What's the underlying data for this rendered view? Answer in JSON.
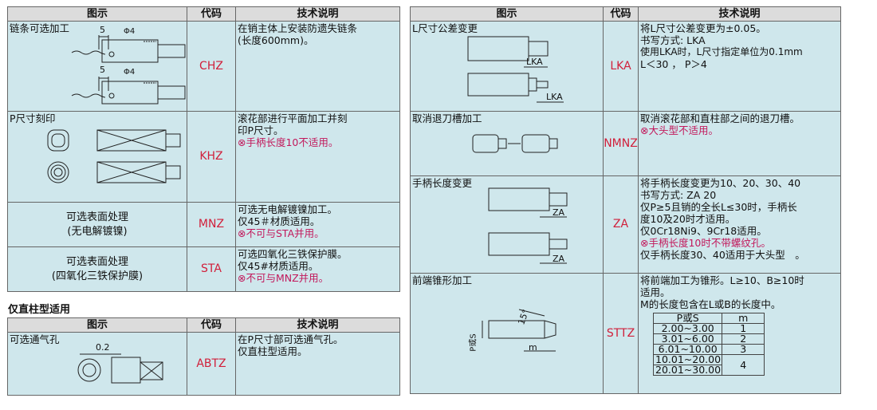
{
  "left": {
    "headers": [
      "图示",
      "代码",
      "技术说明"
    ],
    "rows": [
      {
        "label": "链条可选加工",
        "dims": [
          "5",
          "Φ4"
        ],
        "code": "CHZ",
        "desc": [
          "在销主体上安装防遗失链条",
          "(长度600mm)。"
        ]
      },
      {
        "label": "P尺寸刻印",
        "code": "KHZ",
        "desc": [
          "滚花部进行平面加工并刻",
          "印P尺寸。",
          "⊗手柄长度10不适用。"
        ]
      },
      {
        "label": "可选表面处理",
        "sublabel": "(无电解镀镍)",
        "code": "MNZ",
        "desc": [
          "可选无电解镀镍加工。",
          "仅45＃材质适用。",
          "⊗不可与STA并用。"
        ]
      },
      {
        "label": "可选表面处理",
        "sublabel": "(四氧化三铁保护膜)",
        "code": "STA",
        "desc": [
          "可选四氧化三铁保护膜。",
          "仅45#材质适用。",
          "⊗不可与MNZ并用。"
        ]
      }
    ]
  },
  "section_title": "仅直柱型适用",
  "left2": {
    "headers": [
      "图示",
      "代码",
      "技术说明"
    ],
    "row": {
      "label": "可选通气孔",
      "dim": "0.2",
      "code": "ABTZ",
      "desc": [
        "在P尺寸部可选通气孔。",
        "仅直柱型适用。"
      ]
    }
  },
  "right": {
    "headers": [
      "图示",
      "代码",
      "技术说明"
    ],
    "rows": [
      {
        "label": "L尺寸公差变更",
        "dim": "LKA",
        "code": "LKA",
        "desc": [
          "将L尺寸公差变更为±0.05。",
          "书写方式: LKA",
          "使用LKA时，L尺寸指定单位为0.1mm",
          "L＜30 ， P＞4"
        ]
      },
      {
        "label": "取消退刀槽加工",
        "code": "NMNZ",
        "desc": [
          "取消滚花部和直柱部之间的退刀槽。",
          "⊗大头型不适用。"
        ]
      },
      {
        "label": "手柄长度变更",
        "dim": "ZA",
        "code": "ZA",
        "desc": [
          "将手柄长度变更为10、20、30、40",
          "书写方式: ZA 20",
          "仅P≥5且销的全长L≤30时，手柄长",
          "度10及20时才适用。",
          "仅0Cr18Ni9、9Cr18适用。",
          "⊗手柄长度10时不带螺纹孔。",
          "仅手柄长度30、40适用于大头型　。"
        ]
      },
      {
        "label": "前端锥形加工",
        "dims": [
          "15°",
          "P或S",
          "m"
        ],
        "code": "STTZ",
        "desc": [
          "将前端加工为锥形。L≥10、B≥10时",
          "适用。",
          "M的长度包含在L或B的长度中。"
        ],
        "table": {
          "headers": [
            "P或S",
            "m"
          ],
          "rows": [
            [
              "2.00~3.00",
              "1"
            ],
            [
              "3.01~6.00",
              "2"
            ],
            [
              "6.01~10.00",
              "3"
            ],
            [
              "10.01~20.00",
              "4"
            ],
            [
              "20.01~30.00",
              ""
            ]
          ]
        }
      }
    ]
  }
}
